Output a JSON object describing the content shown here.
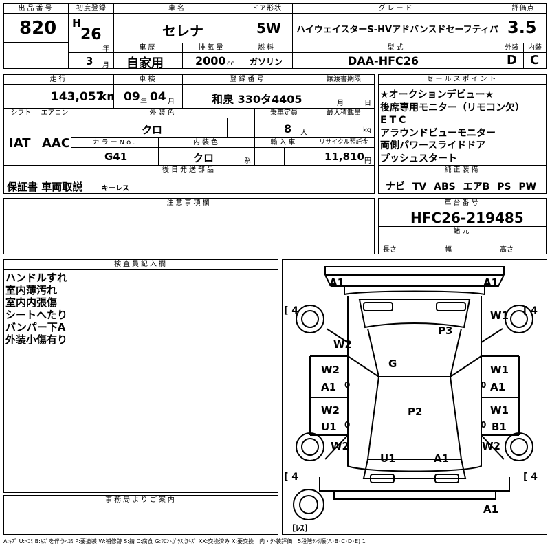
{
  "headers": {
    "lot_no": "出品番号",
    "first_reg": "初度登録",
    "car_name": "車名",
    "door": "ドア形状",
    "grade": "グレード",
    "score": "評価点",
    "history": "車歴",
    "displacement": "排気量",
    "fuel": "燃料",
    "model": "型式",
    "exterior": "外装",
    "interior": "内装",
    "mileage": "走行",
    "inspection": "車検",
    "reg_no": "登録番号",
    "transfer": "譲渡書期限",
    "sales_points": "セールスポイント",
    "shift": "シフト",
    "aircon": "エアコン",
    "ext_color": "外装色",
    "capacity": "乗車定員",
    "max_load": "最大積載量",
    "color_no": "カラーNo.",
    "int_color": "内装色",
    "import": "輸入車",
    "recycle": "リサイクル預託金",
    "later_parts": "後日発送部品",
    "genuine": "純正装備",
    "notes": "注意事項欄",
    "chassis": "車台番号",
    "specs": "諸元",
    "inspector": "検査員記入欄",
    "office": "事務局よりご案内"
  },
  "lot_no": "820",
  "first_reg": {
    "era": "H",
    "year": "26",
    "year_unit": "年",
    "month": "3",
    "month_unit": "月"
  },
  "car_name": "セレナ",
  "door": "5W",
  "grade": "ハイウェイスターS-HVアドバンスドセーフティパック",
  "score": "3.5",
  "history": "自家用",
  "displacement": "2000",
  "displacement_unit": "cc",
  "fuel": "ガソリン",
  "model": "DAA-HFC26",
  "exterior_grade": "D",
  "interior_grade": "C",
  "mileage": "143,057",
  "mileage_unit": "km",
  "inspection": {
    "year": "09",
    "year_unit": "年",
    "month": "04",
    "month_unit": "月"
  },
  "reg_no": "和泉 330タ4405",
  "transfer": {
    "month_unit": "月",
    "day_unit": "日"
  },
  "sales_points": [
    "★オークションデビュー★",
    "後席専用モニター（リモコン欠）",
    "ETC",
    "アラウンドビューモニター",
    "両側パワースライドドア",
    "プッシュスタート"
  ],
  "shift": "IAT",
  "aircon": "AAC",
  "ext_color": "クロ",
  "capacity": "8",
  "capacity_unit": "人",
  "max_load_unit": "kg",
  "color_no": "G41",
  "int_color": "クロ",
  "int_color_unit": "系",
  "recycle": "11,810",
  "recycle_unit": "円",
  "later_parts": "保証書 車両取説",
  "later_parts_small": "キーレス",
  "genuine": "ナビ TV ABS エアB PS PW",
  "chassis": "HFC26-219485",
  "specs_labels": {
    "length": "長さ",
    "width": "幅",
    "height": "高さ"
  },
  "inspector_notes": [
    "ハンドルすれ",
    "室内薄汚れ",
    "室内内張傷",
    "シートへたり",
    "バンパー下A",
    "外装小傷有り"
  ],
  "legend": "A:ｷｽﾞ U:ﾍｺﾐ B:ｷｽﾞを伴うﾍｺﾐ P:要塗装 W:補修跡 S:錆 C:腐食 G:ﾌﾛﾝﾄｶﾞﾗｽ点ｷｽﾞ XX:交換済み X:要交換　内・外装評価　5段階ﾗﾝｸ順(A･B･C･D･E) 1",
  "diagram": {
    "marks": [
      "A1",
      "A1",
      "W1",
      "W2",
      "P3",
      "G",
      "W2",
      "A1",
      "W1",
      "A1",
      "W2",
      "U1",
      "W1",
      "B1",
      "P2",
      "W2",
      "W2",
      "U1",
      "A1",
      "A1"
    ],
    "tire_labels": [
      "[ 4",
      "[ 4",
      "[ 4",
      "[ 4"
    ],
    "zero_marks": [
      "0",
      "0",
      "0",
      "0"
    ],
    "spare": "[ﾚｽ]"
  }
}
